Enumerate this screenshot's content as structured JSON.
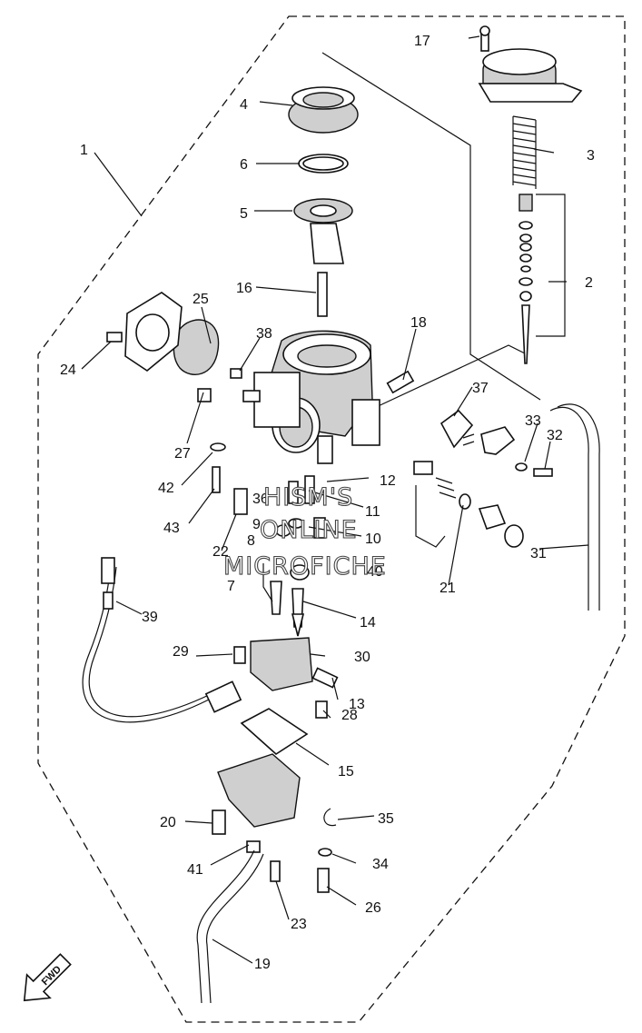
{
  "diagram": {
    "callouts": [
      "1",
      "2",
      "3",
      "4",
      "5",
      "6",
      "7",
      "8",
      "9",
      "10",
      "11",
      "12",
      "13",
      "14",
      "15",
      "16",
      "17",
      "18",
      "19",
      "20",
      "21",
      "22",
      "23",
      "24",
      "25",
      "26",
      "27",
      "28",
      "29",
      "30",
      "31",
      "32",
      "33",
      "34",
      "35",
      "36",
      "37",
      "38",
      "39",
      "40",
      "41",
      "42",
      "43"
    ],
    "watermark": [
      "HISM'S",
      "ONLINE",
      "MICROFICHE"
    ],
    "direction_label": "FWD"
  }
}
